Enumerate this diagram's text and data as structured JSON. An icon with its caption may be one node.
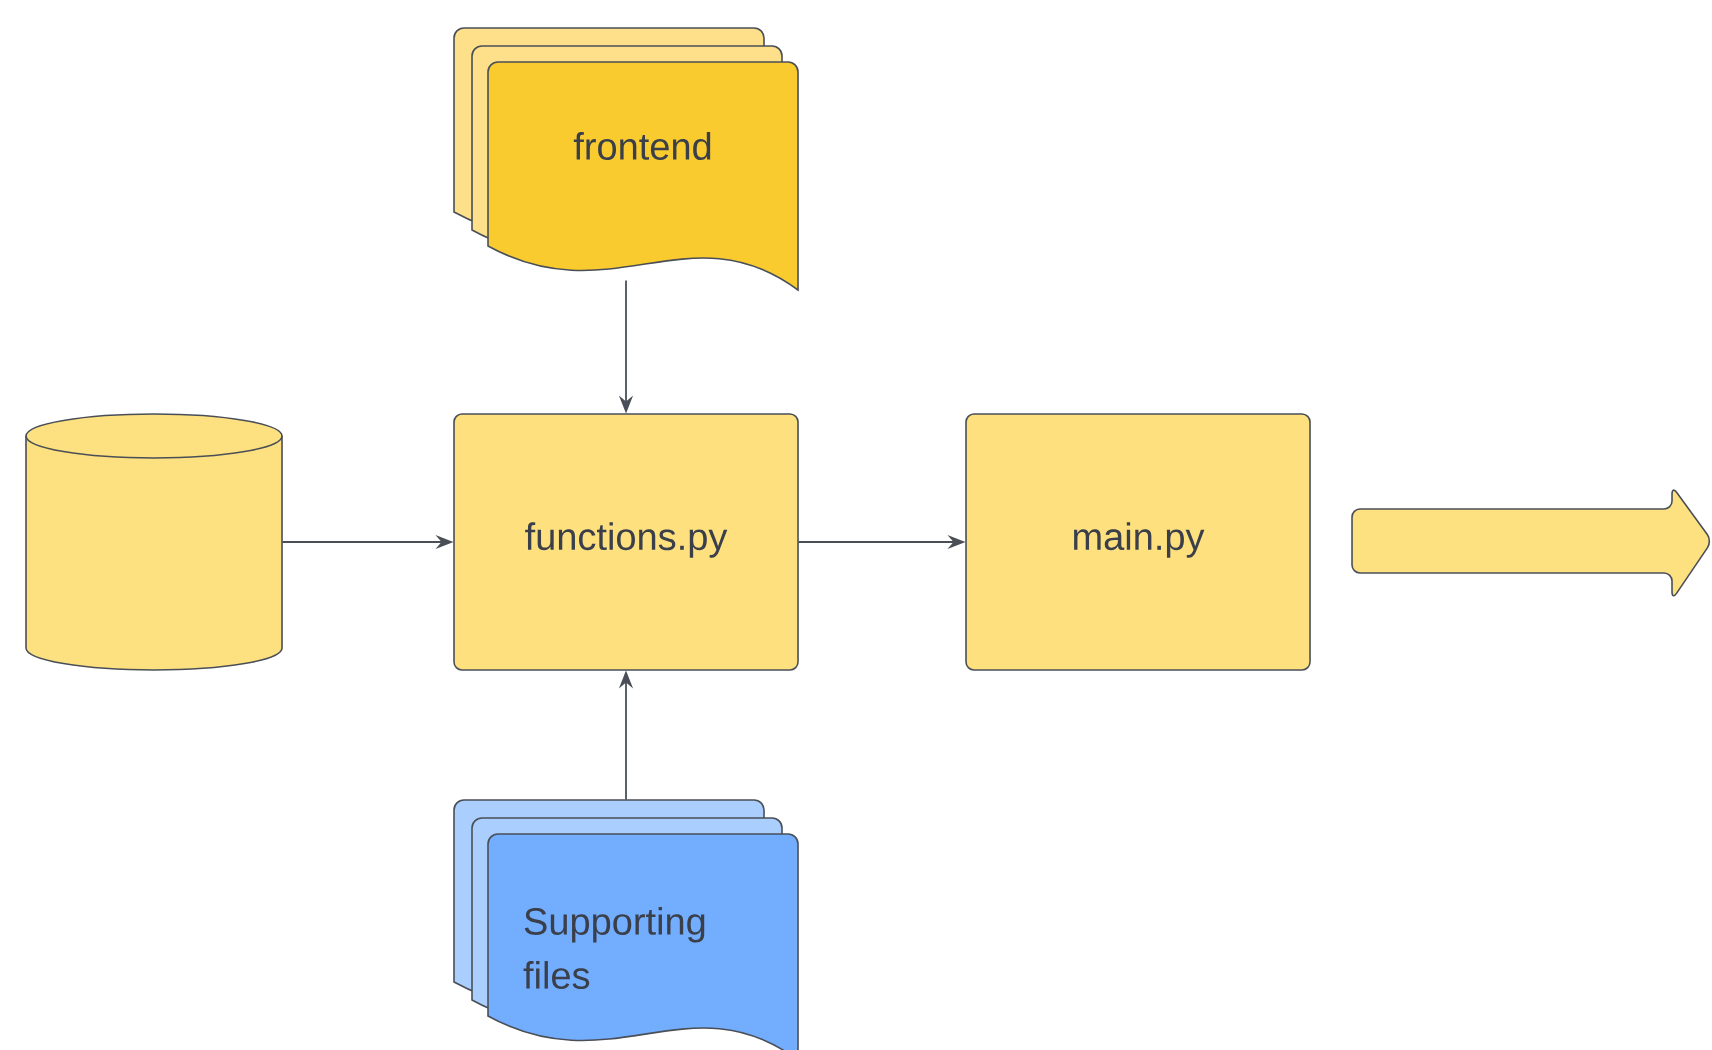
{
  "diagram": {
    "nodes": [
      {
        "text": [
          "frontend"
        ]
      },
      {
        "text": [],
        "shape": "cylinder"
      },
      {
        "text": [
          "functions.py"
        ]
      },
      {
        "text": [
          "main.py"
        ]
      },
      {
        "text": [],
        "shape": "arrow"
      },
      {
        "text": [
          "Supporting files"
        ]
      }
    ],
    "edges": [
      {
        "from": 0,
        "to": 2,
        "arrow": "to"
      },
      {
        "from": 1,
        "to": 2,
        "arrow": "to"
      },
      {
        "from": 2,
        "to": 3,
        "arrow": "to"
      },
      {
        "from": 5,
        "to": 2,
        "arrow": "to"
      }
    ]
  }
}
